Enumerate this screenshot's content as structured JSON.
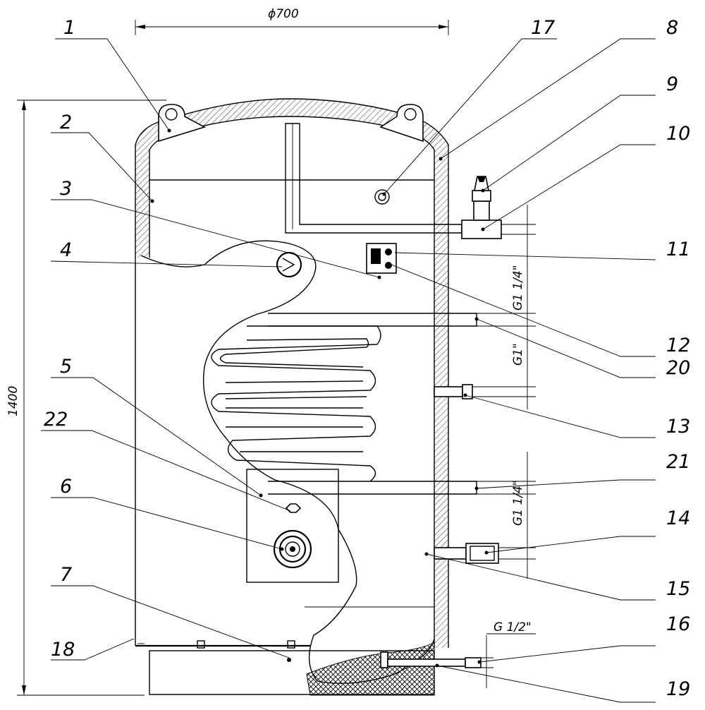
{
  "dimensions": {
    "diameter": "ϕ700",
    "height": "1400",
    "thread_top": "G1 1/4\"",
    "thread_mid": "G1\"",
    "thread_low": "G1 1/4\"",
    "thread_bottom": "G 1/2\""
  },
  "callouts": [
    "1",
    "2",
    "3",
    "4",
    "5",
    "22",
    "6",
    "7",
    "18",
    "17",
    "8",
    "9",
    "10",
    "11",
    "12",
    "20",
    "13",
    "21",
    "14",
    "15",
    "16",
    "19"
  ]
}
